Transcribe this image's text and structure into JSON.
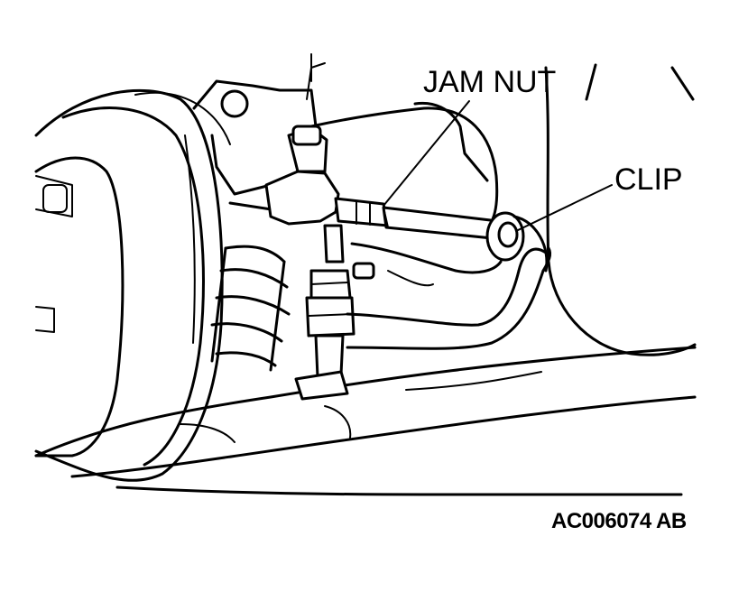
{
  "labels": {
    "jam_nut": "JAM NUT",
    "clip": "CLIP",
    "figure_code": "AC006074 AB"
  },
  "colors": {
    "ink": "#000000",
    "paper": "#ffffff"
  }
}
